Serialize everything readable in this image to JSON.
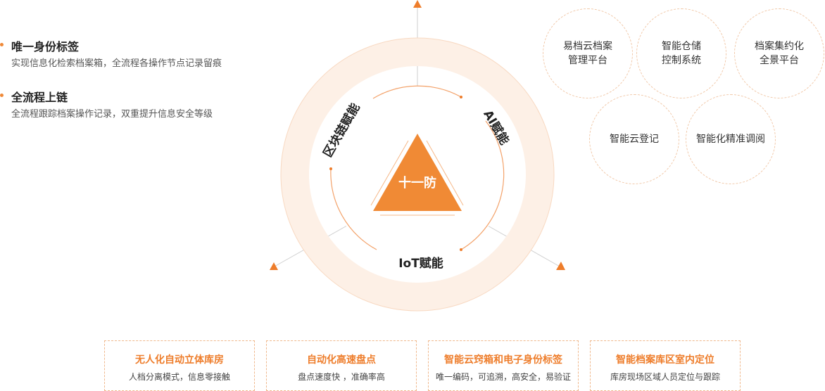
{
  "features": [
    {
      "title": "唯一身份标签",
      "desc": "实现信息化检索档案箱，全流程各操作节点记录留痕"
    },
    {
      "title": "全流程上链",
      "desc": "全流程跟踪档案操作记录，双重提升信息安全等级"
    }
  ],
  "center": {
    "core_label": "十一防",
    "ring_labels": {
      "left": "区块链赋能",
      "right": "AI赋能",
      "bottom": "IoT赋能"
    }
  },
  "platforms": [
    {
      "line1": "易档云档案",
      "line2": "管理平台"
    },
    {
      "line1": "智能仓储",
      "line2": "控制系统"
    },
    {
      "line1": "档案集约化",
      "line2": "全景平台"
    },
    {
      "line1": "智能云登记",
      "line2": ""
    },
    {
      "line1": "智能化精准调阅",
      "line2": ""
    }
  ],
  "capabilities": [
    {
      "title": "无人化自动立体库房",
      "desc": "人档分离模式，信息零接触"
    },
    {
      "title": "自动化高速盘点",
      "desc": "盘点速度快 ，准确率高"
    },
    {
      "title": "智能云窍箱和电子身份标签",
      "desc": "唯一编码，可追溯，高安全，易验证"
    },
    {
      "title": "智能档案库区室内定位",
      "desc": "库房现场区域人员定位与跟踪"
    }
  ],
  "colors": {
    "accent": "#ee7d2b",
    "ring_fill": "#fdf0e6",
    "triangle": "#f08a35"
  }
}
